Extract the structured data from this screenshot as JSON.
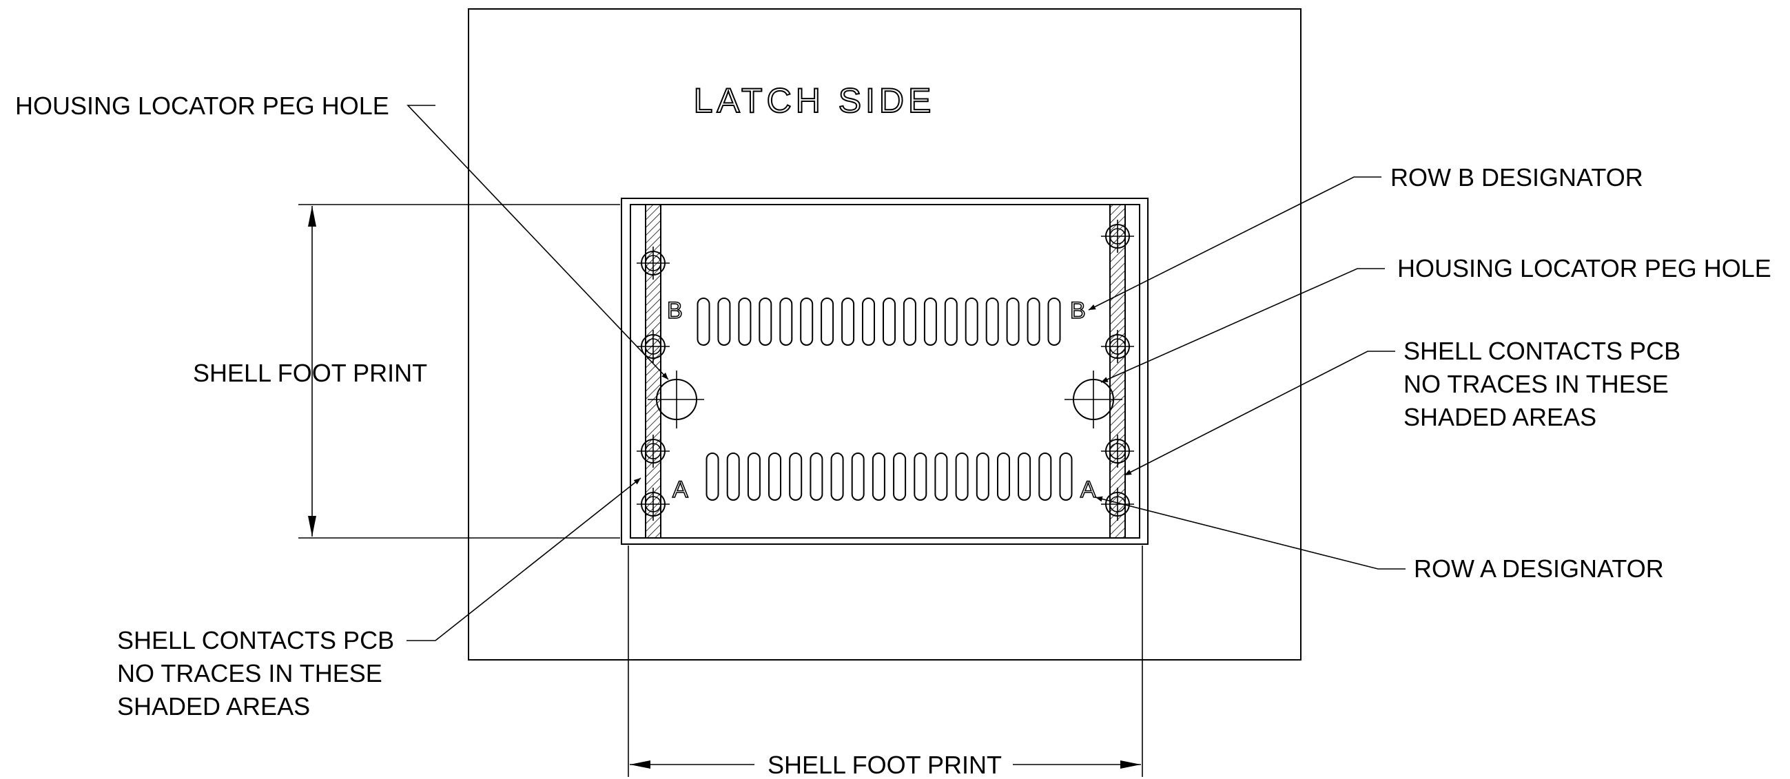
{
  "title": "LATCH SIDE",
  "labels": {
    "housing_peg_left": "HOUSING LOCATOR PEG HOLE",
    "housing_peg_right": "HOUSING LOCATOR PEG HOLE",
    "row_b": "ROW B DESIGNATOR",
    "row_a": "ROW A DESIGNATOR",
    "shell_left": [
      "SHELL CONTACTS PCB",
      "NO TRACES IN THESE",
      "SHADED AREAS"
    ],
    "shell_right": [
      "SHELL CONTACTS PCB",
      "NO TRACES IN THESE",
      "SHADED AREAS"
    ],
    "foot_vertical": "SHELL FOOT PRINT",
    "foot_horizontal": "SHELL FOOT PRINT"
  },
  "row_letters": {
    "b_left": "B",
    "b_right": "B",
    "a_left": "A",
    "a_right": "A"
  },
  "contacts": {
    "row_b_count": 18,
    "row_a_count": 18
  }
}
